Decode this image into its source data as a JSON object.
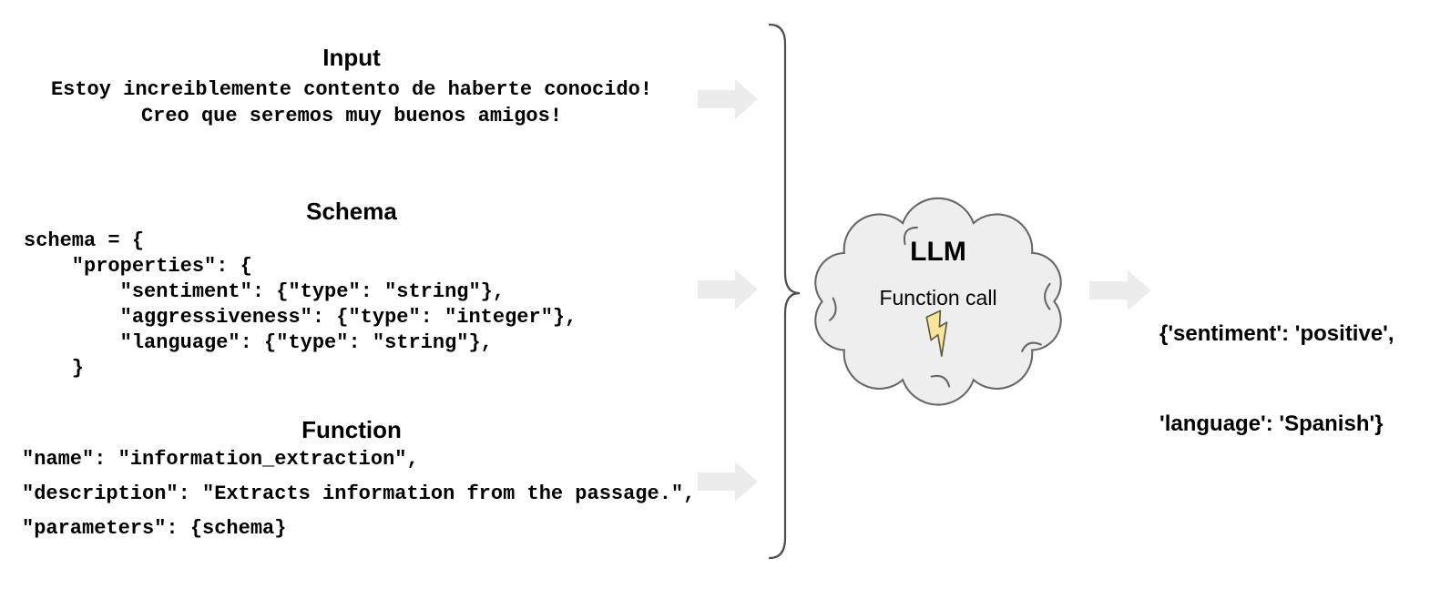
{
  "sections": {
    "input": {
      "title": "Input",
      "lines": [
        "Estoy increiblemente contento de haberte conocido!",
        "Creo que seremos muy buenos amigos!"
      ]
    },
    "schema": {
      "title": "Schema",
      "code": "schema = {\n    \"properties\": {\n        \"sentiment\": {\"type\": \"string\"},\n        \"aggressiveness\": {\"type\": \"integer\"},\n        \"language\": {\"type\": \"string\"},\n    }"
    },
    "function": {
      "title": "Function",
      "lines": [
        "\"name\": \"information_extraction\",",
        "\"description\": \"Extracts information from the passage.\",",
        "\"parameters\": {schema}"
      ]
    }
  },
  "llm": {
    "label": "LLM",
    "sublabel": "Function call",
    "icon": "lightning-bolt-icon"
  },
  "output": {
    "lines": [
      "{'sentiment': 'positive',",
      "'language': 'Spanish'}"
    ]
  },
  "icons": {
    "arrow": "arrow-right-icon",
    "brace": "curly-brace",
    "cloud": "llm-cloud"
  },
  "colors": {
    "background": "#ffffff",
    "arrow_fill": "#ececec",
    "cloud_fill": "#eeeeee",
    "cloud_stroke": "#666666",
    "brace_stroke": "#4d4d4d",
    "bolt_fill": "#f9e49b",
    "bolt_stroke": "#5c5c3f",
    "text": "#000000"
  }
}
